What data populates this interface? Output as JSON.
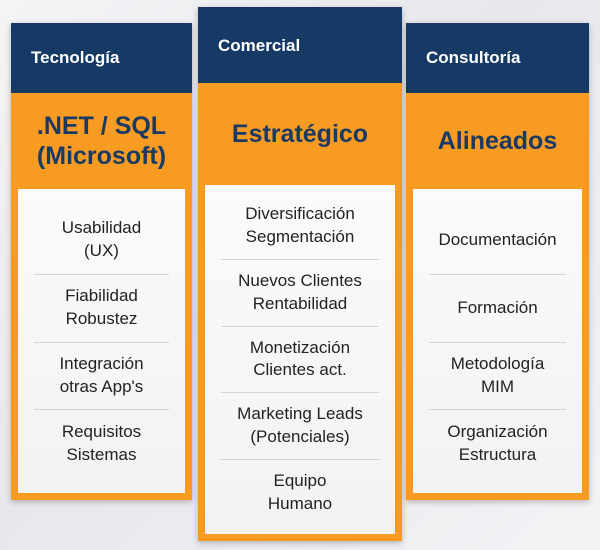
{
  "columns": [
    {
      "header": "Tecnología",
      "headline": ".NET / SQL\n(Microsoft)",
      "items": [
        "Usabilidad\n(UX)",
        "Fiabilidad\nRobustez",
        "Integración\notras App's",
        "Requisitos\nSistemas"
      ]
    },
    {
      "header": "Comercial",
      "headline": "Estratégico",
      "items": [
        "Diversificación\nSegmentación",
        "Nuevos Clientes\nRentabilidad",
        "Monetización\nClientes act.",
        "Marketing Leads\n(Potenciales)",
        "Equipo\nHumano"
      ]
    },
    {
      "header": "Consultoría",
      "headline": "Alineados",
      "items": [
        "Documentación",
        "Formación",
        "Metodología\nMIM",
        "Organización\nEstructura"
      ]
    }
  ],
  "colors": {
    "header_bg": "#163a65",
    "accent": "#f89b22",
    "headline_text": "#1b3a63"
  }
}
